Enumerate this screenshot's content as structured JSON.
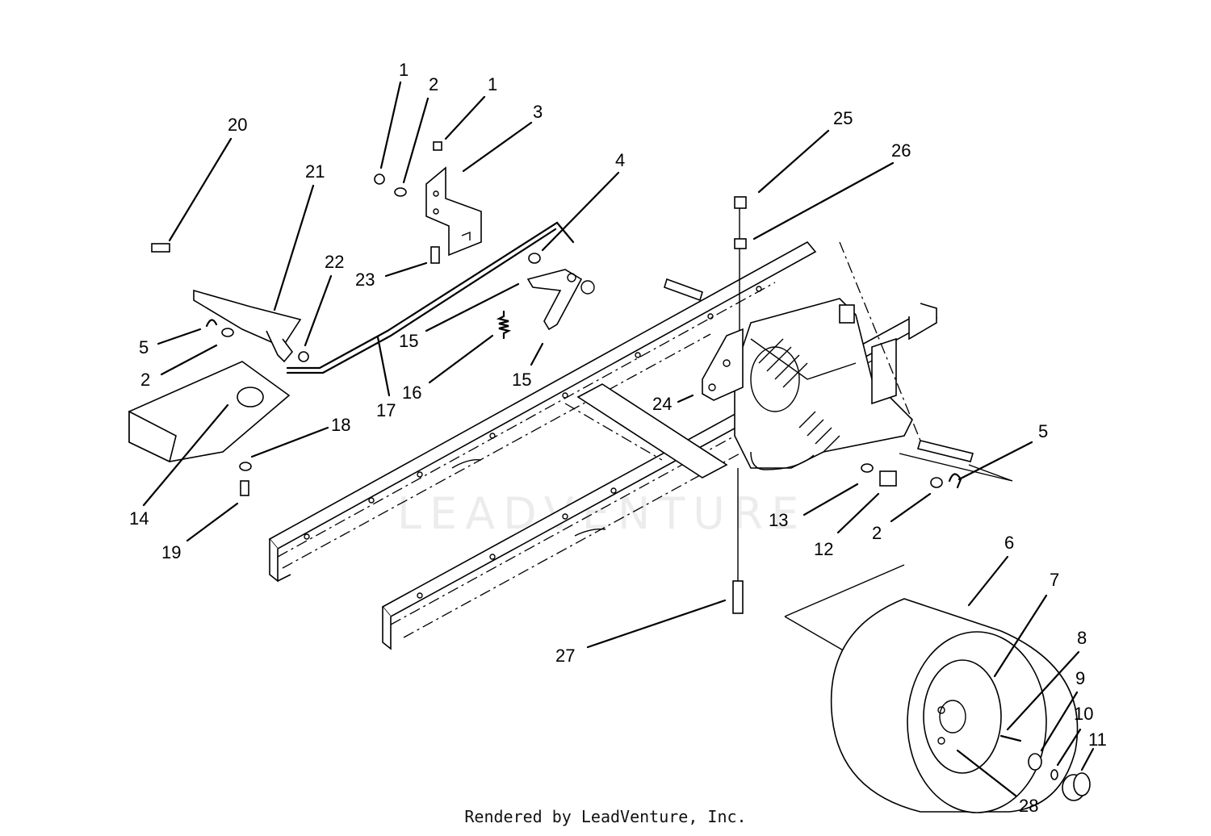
{
  "callouts": [
    {
      "id": "c1a",
      "text": "1"
    },
    {
      "id": "c2a",
      "text": "2"
    },
    {
      "id": "c1b",
      "text": "1"
    },
    {
      "id": "c3",
      "text": "3"
    },
    {
      "id": "c4",
      "text": "4"
    },
    {
      "id": "c20",
      "text": "20"
    },
    {
      "id": "c21",
      "text": "21"
    },
    {
      "id": "c22",
      "text": "22"
    },
    {
      "id": "c23",
      "text": "23"
    },
    {
      "id": "c25",
      "text": "25"
    },
    {
      "id": "c26",
      "text": "26"
    },
    {
      "id": "c5a",
      "text": "5"
    },
    {
      "id": "c2b",
      "text": "2"
    },
    {
      "id": "c15a",
      "text": "15"
    },
    {
      "id": "c16",
      "text": "16"
    },
    {
      "id": "c15b",
      "text": "15"
    },
    {
      "id": "c17",
      "text": "17"
    },
    {
      "id": "c24",
      "text": "24"
    },
    {
      "id": "c18",
      "text": "18"
    },
    {
      "id": "c14",
      "text": "14"
    },
    {
      "id": "c19",
      "text": "19"
    },
    {
      "id": "c5b",
      "text": "5"
    },
    {
      "id": "c13",
      "text": "13"
    },
    {
      "id": "c12",
      "text": "12"
    },
    {
      "id": "c2c",
      "text": "2"
    },
    {
      "id": "c6",
      "text": "6"
    },
    {
      "id": "c7",
      "text": "7"
    },
    {
      "id": "c8",
      "text": "8"
    },
    {
      "id": "c9",
      "text": "9"
    },
    {
      "id": "c10",
      "text": "10"
    },
    {
      "id": "c11",
      "text": "11"
    },
    {
      "id": "c27",
      "text": "27"
    },
    {
      "id": "c28",
      "text": "28"
    }
  ],
  "watermark": "LEADVENTURE",
  "credit": "Rendered by LeadVenture, Inc."
}
